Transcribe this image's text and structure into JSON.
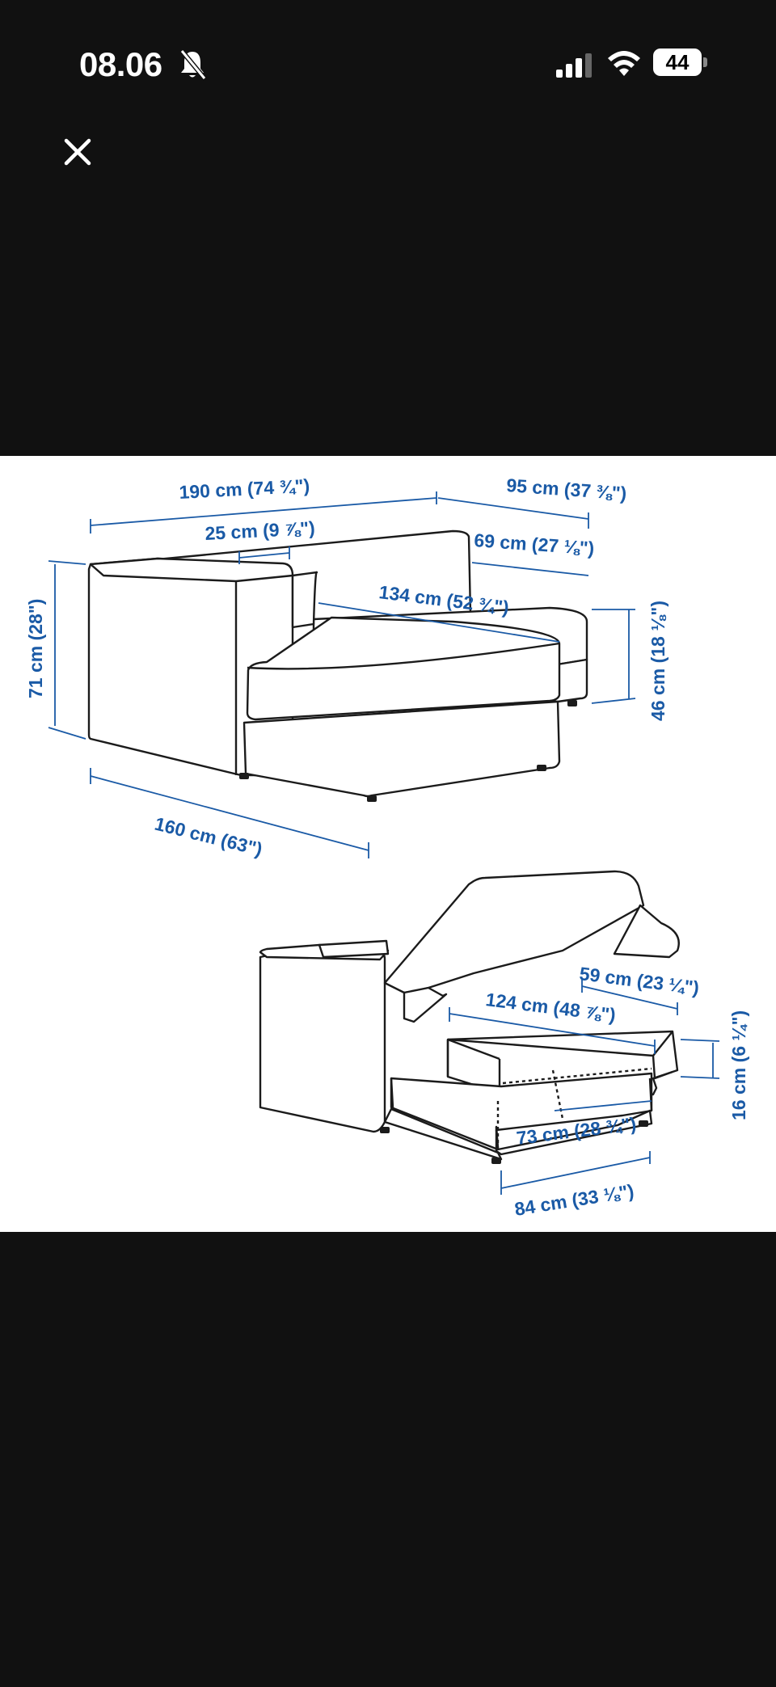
{
  "status_bar": {
    "time": "08.06",
    "battery": "44",
    "icons": [
      "bell-muted-icon",
      "cellular-signal-icon",
      "wifi-icon",
      "battery-icon"
    ]
  },
  "toolbar": {
    "close_icon": "close-icon"
  },
  "diagram": {
    "top_view": {
      "width_total": "190 cm (74 ¾\")",
      "depth_total": "95 cm (37 ⅜\")",
      "armrest_width": "25 cm (9 ⅞\")",
      "seat_depth": "69 cm (27 ⅛\")",
      "chaise_length": "134 cm (52 ¾\")",
      "height": "71 cm (28\")",
      "seat_height": "46 cm (18 ⅛\")",
      "length": "160 cm (63\")"
    },
    "storage_view": {
      "storage_depth": "59 cm (23 ¼\")",
      "storage_length": "124 cm (48 ⅞\")",
      "storage_height": "16 cm (6 ¼\")",
      "inner_width": "73 cm (28 ¾\")",
      "outer_width": "84 cm (33 ⅛\")"
    }
  },
  "colors": {
    "background": "#111111",
    "panel": "#ffffff",
    "dimension": "#1a5aa6",
    "line": "#1b1b1b"
  }
}
